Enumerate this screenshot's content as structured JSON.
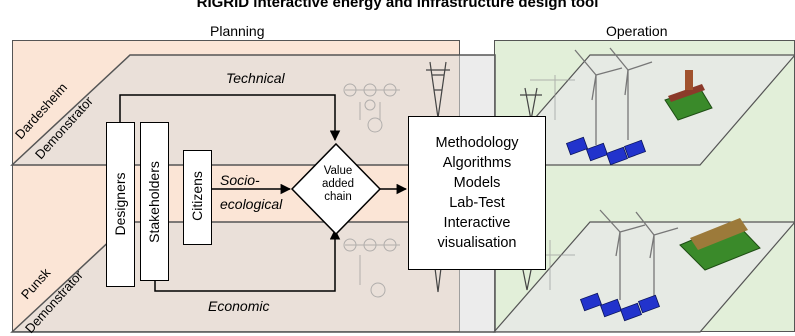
{
  "title": "RIGRID interactive energy and infrastructure design tool",
  "planning": {
    "label": "Planning"
  },
  "operation": {
    "label": "Operation"
  },
  "demonstrators": {
    "top": {
      "line1": "Dardesheim",
      "line2": "Demonstrator"
    },
    "bottom": {
      "line1": "Punsk",
      "line2": "Demonstrator"
    }
  },
  "actors": [
    "Designers",
    "Stakeholders",
    "Citizens"
  ],
  "flows": {
    "technical": "Technical",
    "socio_line1": "Socio-",
    "socio_line2": "ecological",
    "economic": "Economic"
  },
  "value_chain": {
    "line1": "Value",
    "line2": "added",
    "line3": "chain"
  },
  "methodology_items": [
    "Methodology",
    "Algorithms",
    "Models",
    "Lab-Test",
    "Interactive",
    "visualisation"
  ],
  "colors": {
    "planning_bg": "#fbe5d6",
    "operation_bg": "#e2efd9",
    "plane_fill": "#e8e8e8",
    "arrow": "#000000",
    "solar_panel": "#2233cc",
    "building_green": "#3a8a2a",
    "building_roof": "#8b3a2a"
  },
  "icons": [
    "wind-turbine-icon",
    "solar-panel-icon",
    "building-icon",
    "power-pylon-icon",
    "circuit-diagram-icon"
  ]
}
